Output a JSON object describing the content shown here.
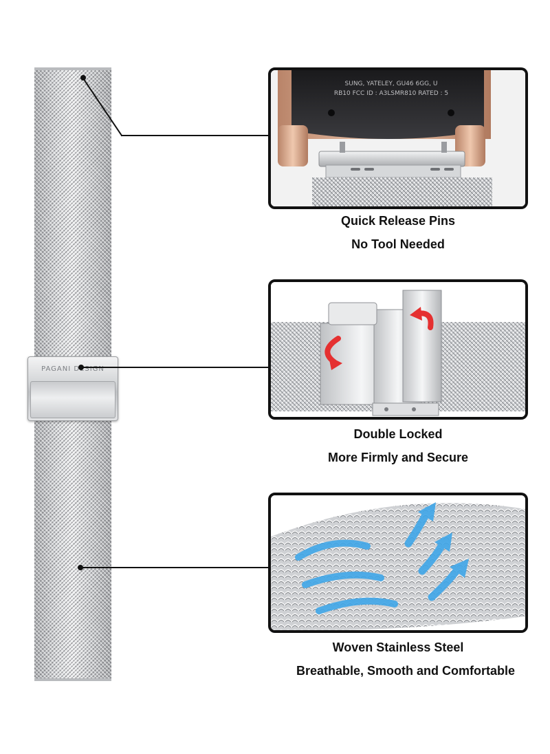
{
  "strap": {
    "clasp_brand": "PAGANI DESIGN"
  },
  "features": [
    {
      "title": "Quick Release Pins",
      "subtitle": "No Tool Needed",
      "case_text_line1": "SUNG, YATELEY, GU46 6GG, U",
      "case_text_line2": "RB10  FCC ID : A3LSMR810  RATED : 5"
    },
    {
      "title": "Double Locked",
      "subtitle": "More Firmly and Secure"
    },
    {
      "title": "Woven Stainless Steel",
      "subtitle": "Breathable, Smooth and Comfortable"
    }
  ],
  "colors": {
    "frame": "#111111",
    "arrow_red": "#e53030",
    "arrow_blue": "#3fa6e8",
    "steel": "#c8cacd",
    "rose_gold": "#d9a98a"
  },
  "icons": [
    "curved-arrow-icon",
    "airflow-arrow-icon"
  ]
}
